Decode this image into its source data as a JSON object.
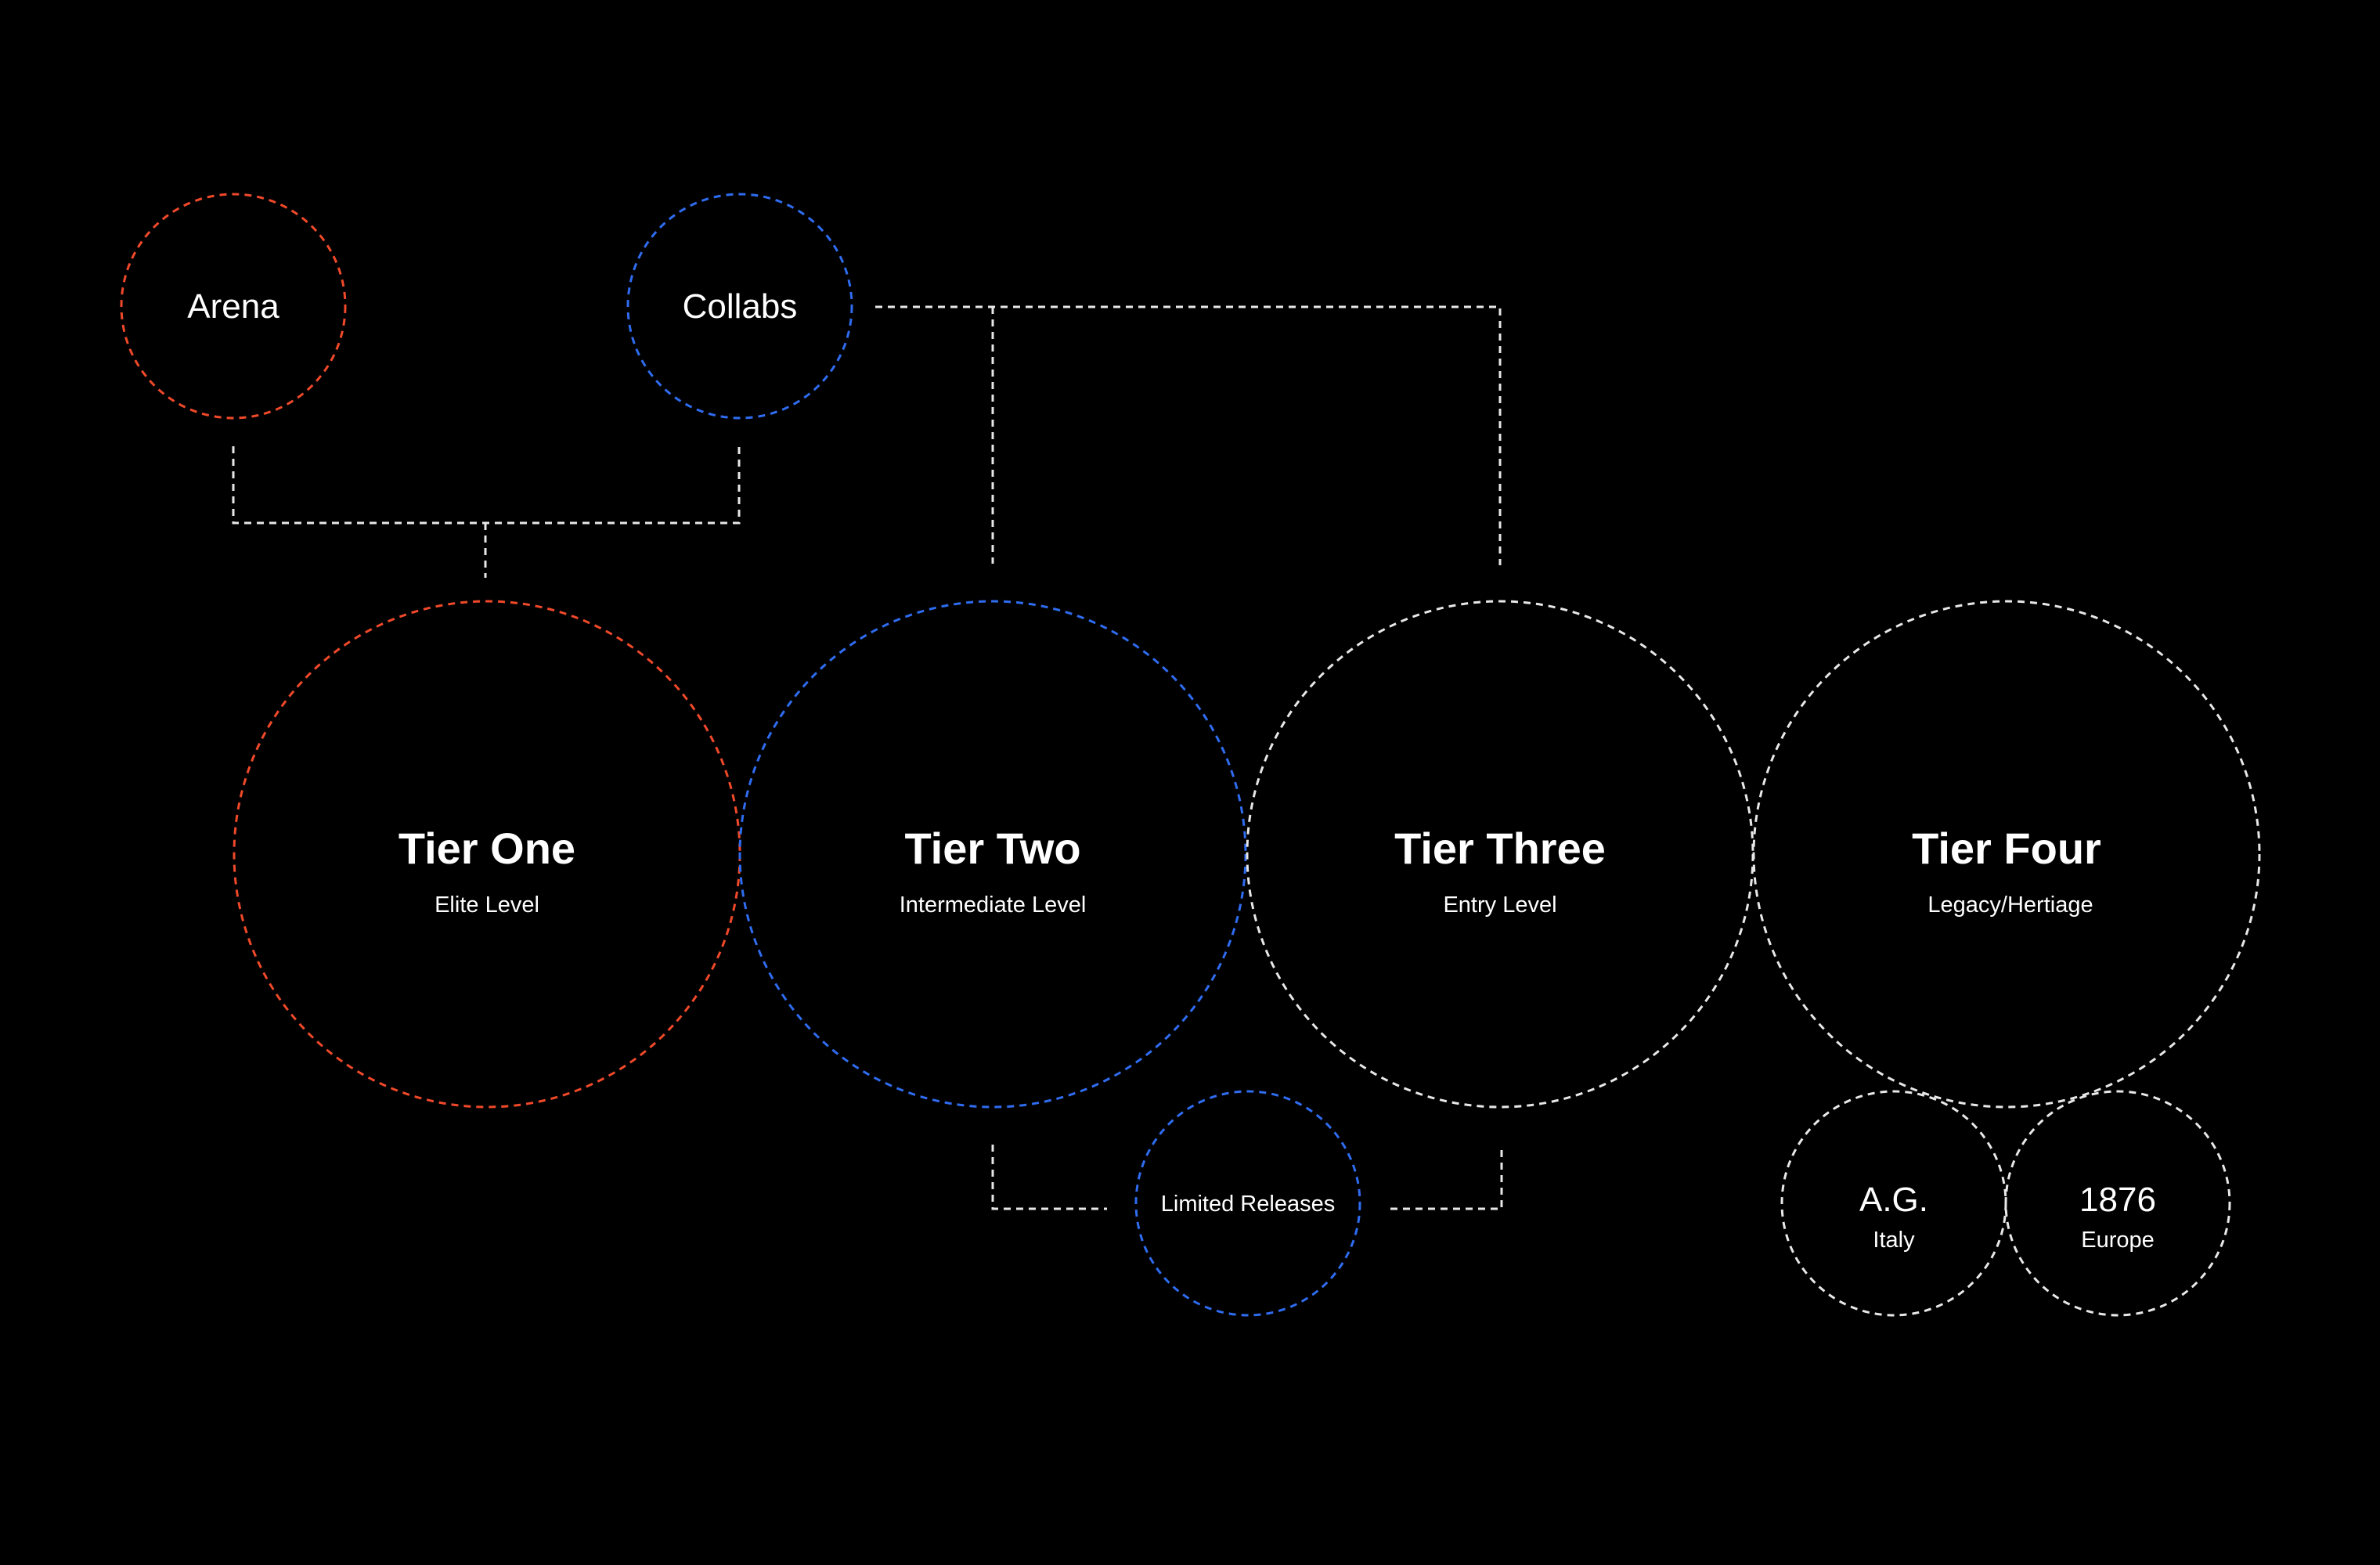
{
  "colors": {
    "background": "#000000",
    "red": "#f0492a",
    "blue": "#2f6cf0",
    "white": "#e8e8e8"
  },
  "top_nodes": {
    "arena": {
      "label": "Arena",
      "color": "red"
    },
    "collabs": {
      "label": "Collabs",
      "color": "blue"
    }
  },
  "tiers": [
    {
      "title": "Tier One",
      "subtitle": "Elite Level",
      "color": "red"
    },
    {
      "title": "Tier Two",
      "subtitle": "Intermediate Level",
      "color": "blue"
    },
    {
      "title": "Tier Three",
      "subtitle": "Entry Level",
      "color": "white"
    },
    {
      "title": "Tier Four",
      "subtitle": "Legacy/Hertiage",
      "color": "white"
    }
  ],
  "limited_releases": {
    "label": "Limited Releases",
    "color": "blue"
  },
  "heritage_nodes": [
    {
      "title": "A.G.",
      "subtitle": "Italy",
      "color": "white"
    },
    {
      "title": "1876",
      "subtitle": "Europe",
      "color": "white"
    }
  ]
}
